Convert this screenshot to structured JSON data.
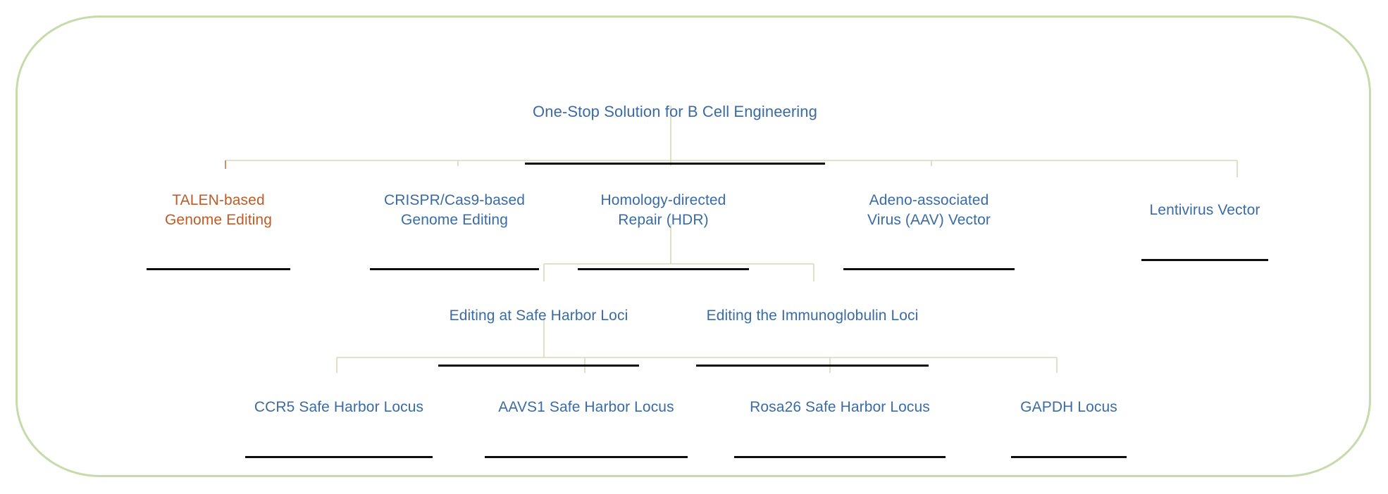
{
  "frame": {
    "border_color": "#c5dcaa",
    "background": "#ffffff"
  },
  "theme": {
    "node_color": "#3a6ba5",
    "accent_color": "#bc5c28",
    "rule_color": "#0d0d0d",
    "connector_color": "#d7d8b8",
    "connector_accent_color": "#c27a4e"
  },
  "diagram": {
    "type": "mindmap-tree",
    "orientation": "top-down",
    "root": {
      "id": "root",
      "label": "One-Stop Solution for B Cell Engineering",
      "level": 1,
      "highlighted": false
    },
    "level2": [
      {
        "id": "talen",
        "label": "TALEN-based\nGenome Editing",
        "level": 2,
        "highlighted": true
      },
      {
        "id": "crispr",
        "label": "CRISPR/Cas9-based\nGenome Editing",
        "level": 2,
        "highlighted": false
      },
      {
        "id": "hdr",
        "label": "Homology-directed\nRepair (HDR)",
        "level": 2,
        "highlighted": false
      },
      {
        "id": "aav",
        "label": "Adeno-associated\nVirus (AAV) Vector",
        "level": 2,
        "highlighted": false
      },
      {
        "id": "lenti",
        "label": "Lentivirus Vector",
        "level": 2,
        "highlighted": false
      }
    ],
    "level3": [
      {
        "id": "safeharbor",
        "label": "Editing at Safe Harbor Loci",
        "level": 3,
        "parent": "hdr",
        "highlighted": false
      },
      {
        "id": "iglLoci",
        "label": "Editing the Immunoglobulin Loci",
        "level": 3,
        "parent": "hdr",
        "highlighted": false
      }
    ],
    "level4": [
      {
        "id": "ccr5",
        "label": "CCR5 Safe Harbor Locus",
        "level": 4,
        "parent": "safeharbor",
        "highlighted": false
      },
      {
        "id": "aavs1",
        "label": "AAVS1 Safe Harbor Locus",
        "level": 4,
        "parent": "safeharbor",
        "highlighted": false
      },
      {
        "id": "rosa26",
        "label": "Rosa26 Safe Harbor Locus",
        "level": 4,
        "parent": "safeharbor",
        "highlighted": false
      },
      {
        "id": "gapdh",
        "label": "GAPDH Locus",
        "level": 4,
        "parent": "safeharbor",
        "highlighted": false
      }
    ]
  }
}
